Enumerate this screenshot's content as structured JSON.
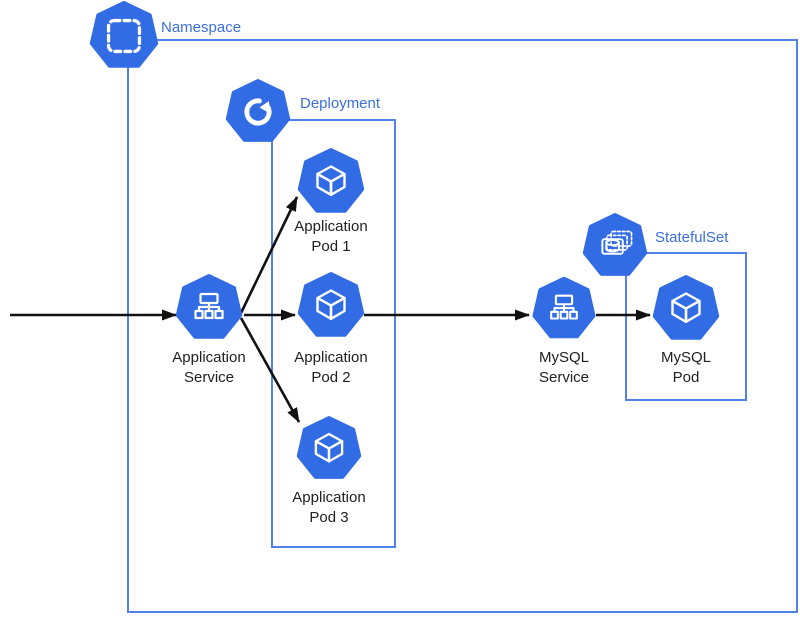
{
  "colors": {
    "k8s_blue": "#326CE5",
    "box_border": "#5282E8",
    "group_label": "#3B6FE0",
    "node_label": "#212121",
    "arrow": "#111111",
    "icon_glyph": "#FFFFFF",
    "background": "#FFFFFF"
  },
  "groups": {
    "namespace": {
      "label": "Namespace",
      "icon": "namespace-icon"
    },
    "deployment": {
      "label": "Deployment",
      "icon": "deployment-icon"
    },
    "statefulset": {
      "label": "StatefulSet",
      "icon": "statefulset-icon"
    }
  },
  "nodes": {
    "app_service": {
      "lines": [
        "Application",
        "Service"
      ],
      "icon": "service-icon"
    },
    "app_pod_1": {
      "lines": [
        "Application",
        "Pod 1"
      ],
      "icon": "pod-icon"
    },
    "app_pod_2": {
      "lines": [
        "Application",
        "Pod 2"
      ],
      "icon": "pod-icon"
    },
    "app_pod_3": {
      "lines": [
        "Application",
        "Pod 3"
      ],
      "icon": "pod-icon"
    },
    "mysql_service": {
      "lines": [
        "MySQL",
        "Service"
      ],
      "icon": "service-icon"
    },
    "mysql_pod": {
      "lines": [
        "MySQL",
        "Pod"
      ],
      "icon": "pod-icon"
    }
  },
  "edges": [
    {
      "from": "external-left",
      "to": "app_service"
    },
    {
      "from": "app_service",
      "to": "app_pod_1"
    },
    {
      "from": "app_service",
      "to": "app_pod_2"
    },
    {
      "from": "app_service",
      "to": "app_pod_3"
    },
    {
      "from": "app_pod_2",
      "to": "mysql_service"
    },
    {
      "from": "mysql_service",
      "to": "mysql_pod"
    }
  ]
}
